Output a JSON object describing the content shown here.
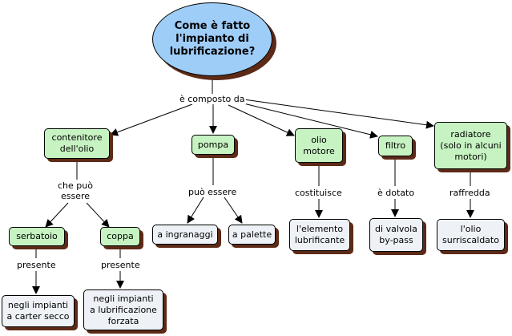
{
  "colors": {
    "root_fill": "#9ecdf8",
    "concept_fill": "#c7f3c2",
    "leaf_fill": "#eef2f7",
    "shadow": "#5c2a16",
    "line": "#000000"
  },
  "root": {
    "text": "Come è fatto\nl'impianto di\nlubrificazione?"
  },
  "links": {
    "composto": "è composto da",
    "che_puo": "che può\nessere",
    "puo_essere": "può essere",
    "costituisce": "costituisce",
    "dotato": "è dotato",
    "raffredda": "raffredda",
    "presente_1": "presente",
    "presente_2": "presente"
  },
  "concepts": {
    "contenitore": "contenitore\ndell'olio",
    "pompa": "pompa",
    "olio": "olio\nmotore",
    "filtro": "filtro",
    "radiatore": "radiatore\n(solo in alcuni\nmotori)",
    "serbatoio": "serbatoio",
    "coppa": "coppa"
  },
  "leaves": {
    "ingranaggi": "a ingranaggi",
    "palette": "a palette",
    "elemento": "l'elemento\nlubrificante",
    "valvola": "di valvola\nby-pass",
    "surriscaldato": "l'olio\nsurriscaldato",
    "carter": "negli impianti\na carter secco",
    "forzata": "negli impianti\na lubrificazione\nforzata"
  }
}
